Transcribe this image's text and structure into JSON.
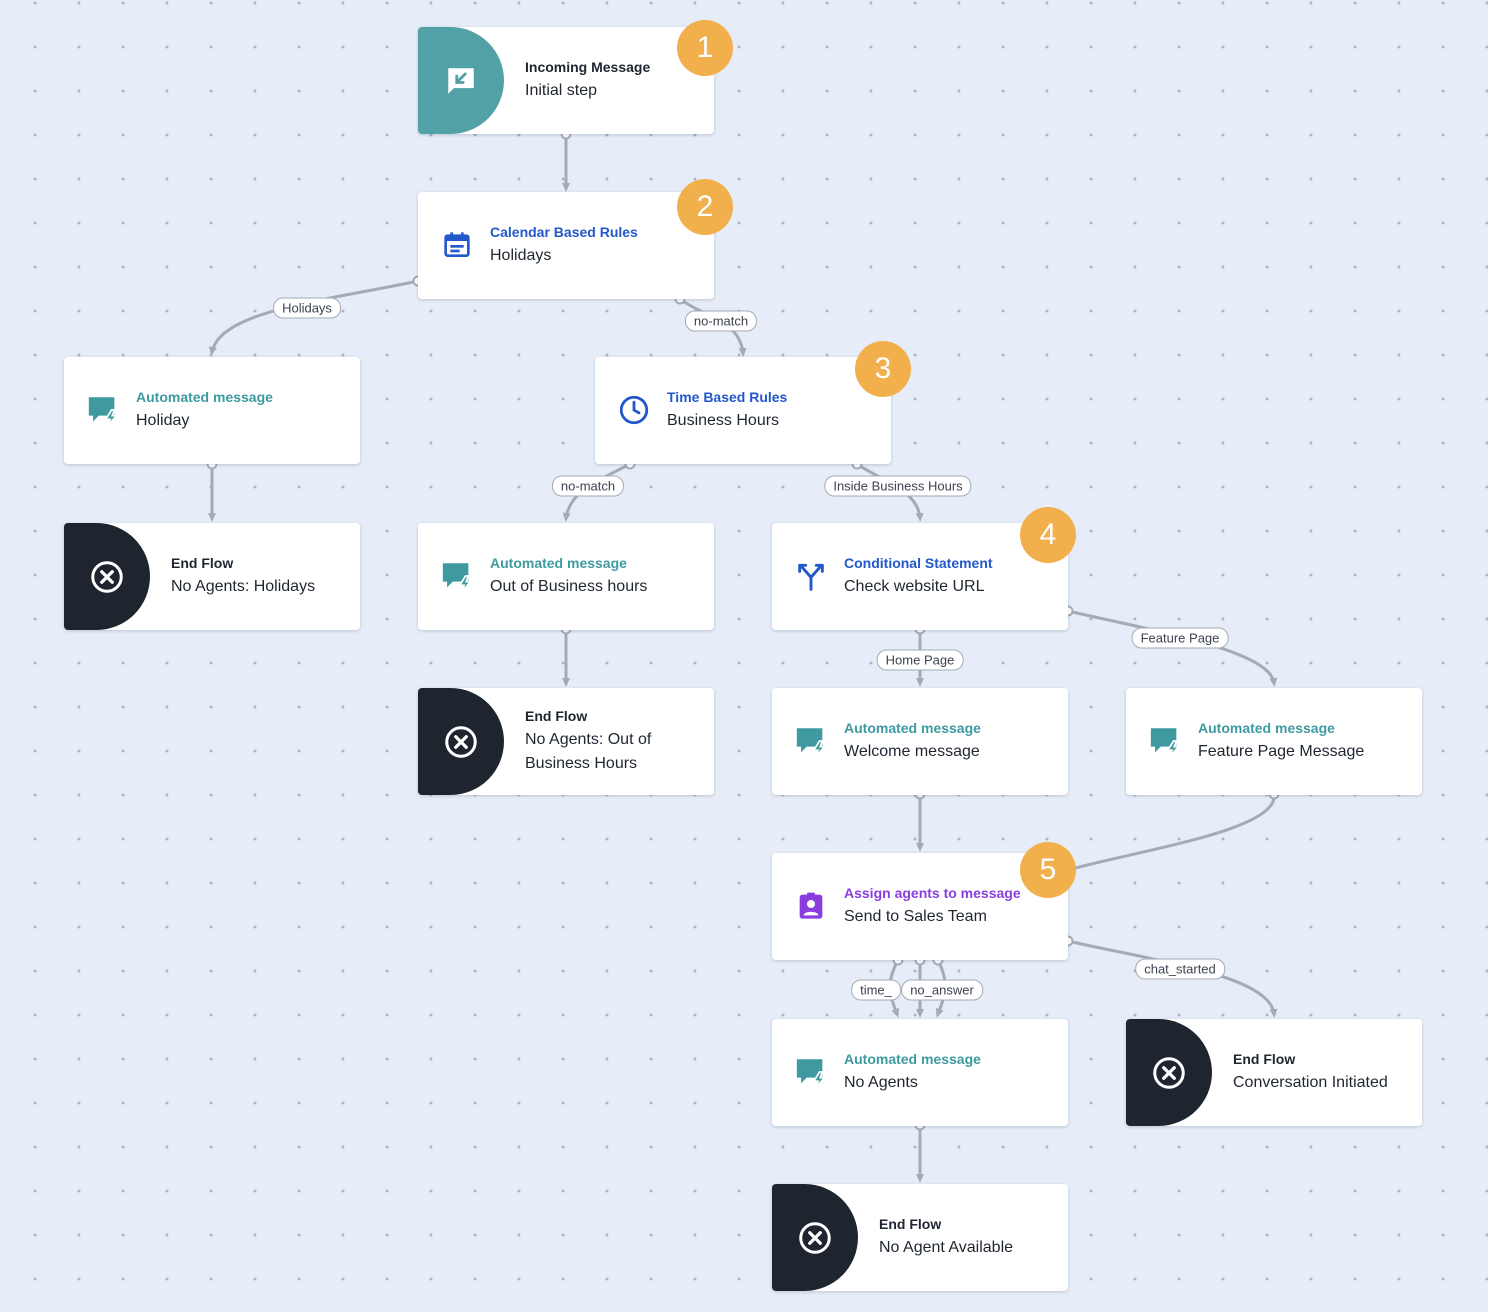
{
  "nodes": {
    "incoming": {
      "type": "Incoming Message",
      "title": "Initial step",
      "badge": "1",
      "icon": "incoming-message-icon"
    },
    "calendar": {
      "type": "Calendar Based Rules",
      "title": "Holidays",
      "badge": "2",
      "icon": "calendar-icon"
    },
    "holiday_msg": {
      "type": "Automated message",
      "title": "Holiday",
      "icon": "automated-message-icon"
    },
    "time_rules": {
      "type": "Time Based Rules",
      "title": "Business Hours",
      "badge": "3",
      "icon": "clock-icon"
    },
    "end_holidays": {
      "type": "End Flow",
      "title": "No Agents: Holidays",
      "icon": "close-circle-icon"
    },
    "out_of_hours_msg": {
      "type": "Automated message",
      "title": "Out of Business hours",
      "icon": "automated-message-icon"
    },
    "conditional": {
      "type": "Conditional Statement",
      "title": "Check website URL",
      "badge": "4",
      "icon": "branch-icon"
    },
    "end_out_of_hours": {
      "type": "End Flow",
      "title": "No Agents: Out of Business Hours",
      "icon": "close-circle-icon"
    },
    "welcome_msg": {
      "type": "Automated message",
      "title": "Welcome message",
      "icon": "automated-message-icon"
    },
    "feature_msg": {
      "type": "Automated message",
      "title": "Feature Page Message",
      "icon": "automated-message-icon"
    },
    "assign_agents": {
      "type": "Assign agents to message",
      "title": "Send to Sales Team",
      "badge": "5",
      "icon": "assign-agent-icon"
    },
    "no_agents_msg": {
      "type": "Automated message",
      "title": "No Agents",
      "icon": "automated-message-icon"
    },
    "end_conversation": {
      "type": "End Flow",
      "title": "Conversation Initiated",
      "icon": "close-circle-icon"
    },
    "end_no_agent": {
      "type": "End Flow",
      "title": "No Agent Available",
      "icon": "close-circle-icon"
    }
  },
  "edge_labels": {
    "holidays": "Holidays",
    "no_match_1": "no-match",
    "no_match_2": "no-match",
    "inside_hours": "Inside Business Hours",
    "feature_page": "Feature Page",
    "home_page": "Home Page",
    "chat_started": "chat_started",
    "time_out": "time_",
    "no_answer": "no_answer"
  },
  "colors": {
    "teal": "#52a1a6",
    "dark": "#1e252e",
    "blue": "#2258c9",
    "purple": "#8a3ee0",
    "badge": "#f2b04c",
    "edge": "#a3abb6"
  }
}
